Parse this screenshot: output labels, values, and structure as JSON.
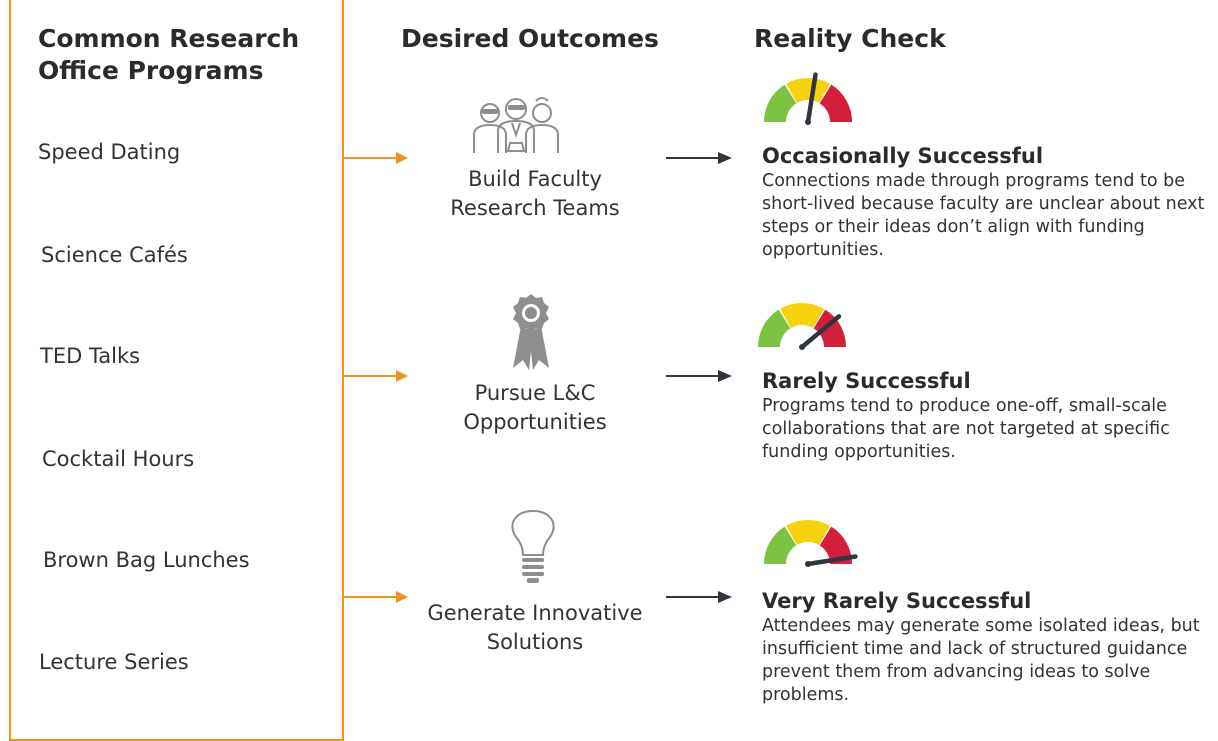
{
  "headers": {
    "programs": "Common Research Office Programs",
    "outcomes": "Desired Outcomes",
    "reality": "Reality Check"
  },
  "programs": [
    "Speed Dating",
    "Science Cafés",
    "TED Talks",
    "Cocktail Hours",
    "Brown Bag Lunches",
    "Lecture Series"
  ],
  "rows": [
    {
      "outcome": "Build Faculty Research Teams",
      "icon": "scientists-team-icon",
      "status": "Occasionally Successful",
      "description": "Connections made through programs tend to be short-lived because faculty are unclear about next steps or their ideas don’t align with funding opportunities.",
      "gauge_level": 0.55
    },
    {
      "outcome": "Pursue L&C Opportunities",
      "icon": "award-ribbon-icon",
      "status": "Rarely Successful",
      "description": "Programs tend to produce one-off, small-scale collaborations that are not targeted at specific funding opportunities.",
      "gauge_level": 0.78
    },
    {
      "outcome": "Generate Innovative Solutions",
      "icon": "lightbulb-icon",
      "status": "Very Rarely Successful",
      "description": "Attendees may generate some isolated ideas, but insufficient time and lack of structured guidance prevent them from advancing ideas to solve problems.",
      "gauge_level": 0.95
    }
  ],
  "colors": {
    "border_orange": "#F0921E",
    "gauge_green": "#7DC242",
    "gauge_yellow": "#F5D10F",
    "gauge_red": "#D21F3C",
    "arrow_dark": "#2F3640"
  }
}
